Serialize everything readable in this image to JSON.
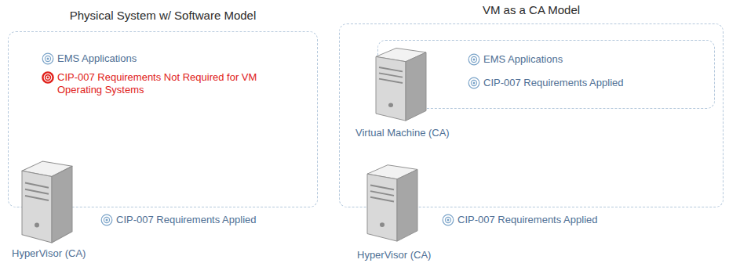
{
  "diagram": {
    "nodes": [
      {
        "text": [
          "Physical System w/ Software Model",
          "EMS Applications",
          "CIP-007 Requirements Not Required for VM Operating Systems"
        ]
      },
      {
        "text": [
          "HyperVisor (CA)",
          "CIP-007 Requirements Applied"
        ]
      },
      {
        "text": [
          "VM as a CA Model"
        ]
      },
      {
        "text": [
          "EMS Applications",
          "CIP-007 Requirements Applied"
        ],
        "in": 2
      },
      {
        "text": [
          "Virtual Machine (CA)"
        ],
        "in": 2
      },
      {
        "text": [
          "HyperVisor (CA)",
          "CIP-007 Requirements Applied"
        ]
      }
    ]
  }
}
